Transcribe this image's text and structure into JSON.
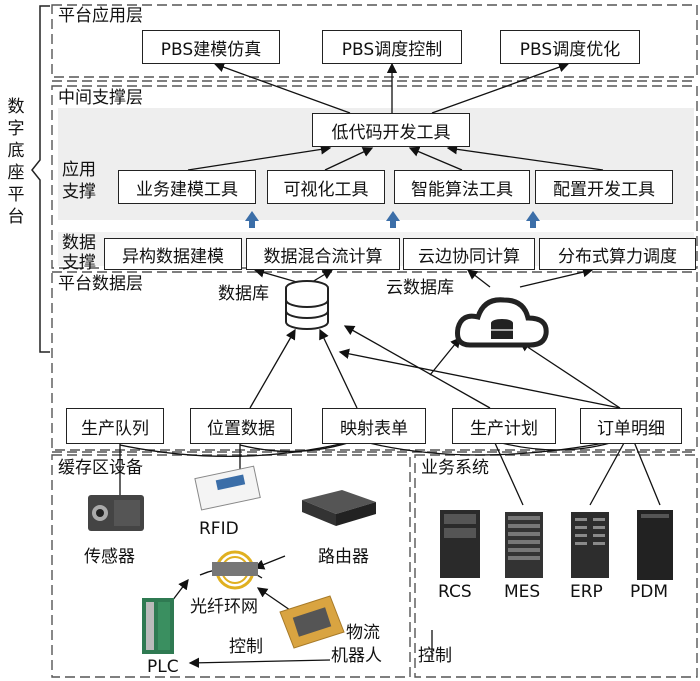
{
  "side_label": "数字底座平台",
  "layers": {
    "app": {
      "title": "平台应用层",
      "boxes": [
        "PBS建模仿真",
        "PBS调度控制",
        "PBS调度优化"
      ]
    },
    "middle": {
      "title": "中间支撑层",
      "lowcode": "低代码开发工具",
      "app_support_label": [
        "应用",
        "支撑"
      ],
      "app_tools": [
        "业务建模工具",
        "可视化工具",
        "智能算法工具",
        "配置开发工具"
      ],
      "data_support_label": [
        "数据",
        "支撑"
      ],
      "data_tools": [
        "异构数据建模",
        "数据混合流计算",
        "云边协同计算",
        "分布式算力调度"
      ]
    },
    "data": {
      "title": "平台数据层",
      "db_label": "数据库",
      "cloud_db_label": "云数据库",
      "items": [
        "生产队列",
        "位置数据",
        "映射表单",
        "生产计划",
        "订单明细"
      ]
    },
    "cache": {
      "title": "缓存区设备",
      "rfid": "RFID",
      "router": "路由器",
      "sensor": "传感器",
      "fiber_ring": "光纤环网",
      "plc": "PLC",
      "robot": [
        "物流",
        "机器人"
      ],
      "control": "控制"
    },
    "business": {
      "title": "业务系统",
      "systems": [
        "RCS",
        "MES",
        "ERP",
        "PDM"
      ],
      "control": "控制"
    }
  },
  "colors": {
    "arrow_blue": "#3b6ea8",
    "panel_gray": "#eeeeee",
    "icon_dark": "#333333",
    "robot_gold": "#d9a441"
  }
}
